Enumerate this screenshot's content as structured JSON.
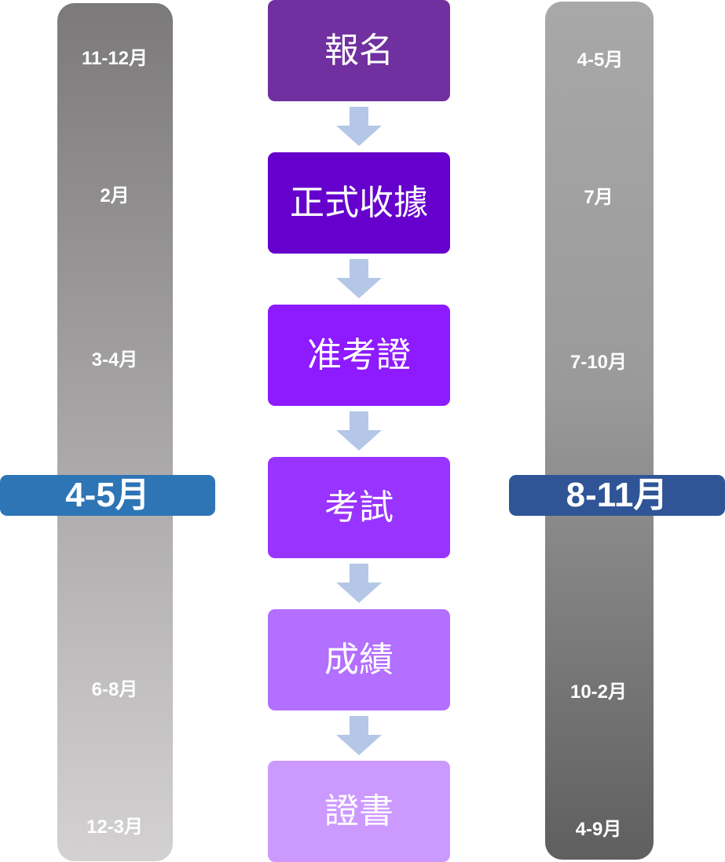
{
  "left_timeline": {
    "labels": [
      "11-12月",
      "2月",
      "3-4月",
      "6-8月",
      "12-3月"
    ],
    "highlight": "4-5月",
    "colors": {
      "bar_top": "#7b797a",
      "bar_bottom": "#d3d1d2",
      "highlight_bg": "#2e75b6"
    }
  },
  "right_timeline": {
    "labels": [
      "4-5月",
      "7月",
      "7-10月",
      "10-2月",
      "4-9月"
    ],
    "highlight": "8-11月",
    "colors": {
      "bar_top": "#a8a8a8",
      "bar_bottom": "#5f5f5f",
      "highlight_bg": "#2f5597"
    }
  },
  "steps": [
    {
      "label": "報名",
      "color": "#7030a0"
    },
    {
      "label": "正式收據",
      "color": "#6600cc"
    },
    {
      "label": "准考證",
      "color": "#8e1aff"
    },
    {
      "label": "考試",
      "color": "#9933ff"
    },
    {
      "label": "成績",
      "color": "#b36fff"
    },
    {
      "label": "證書",
      "color": "#cc99ff"
    }
  ],
  "arrow_color": "#b4c7e7"
}
